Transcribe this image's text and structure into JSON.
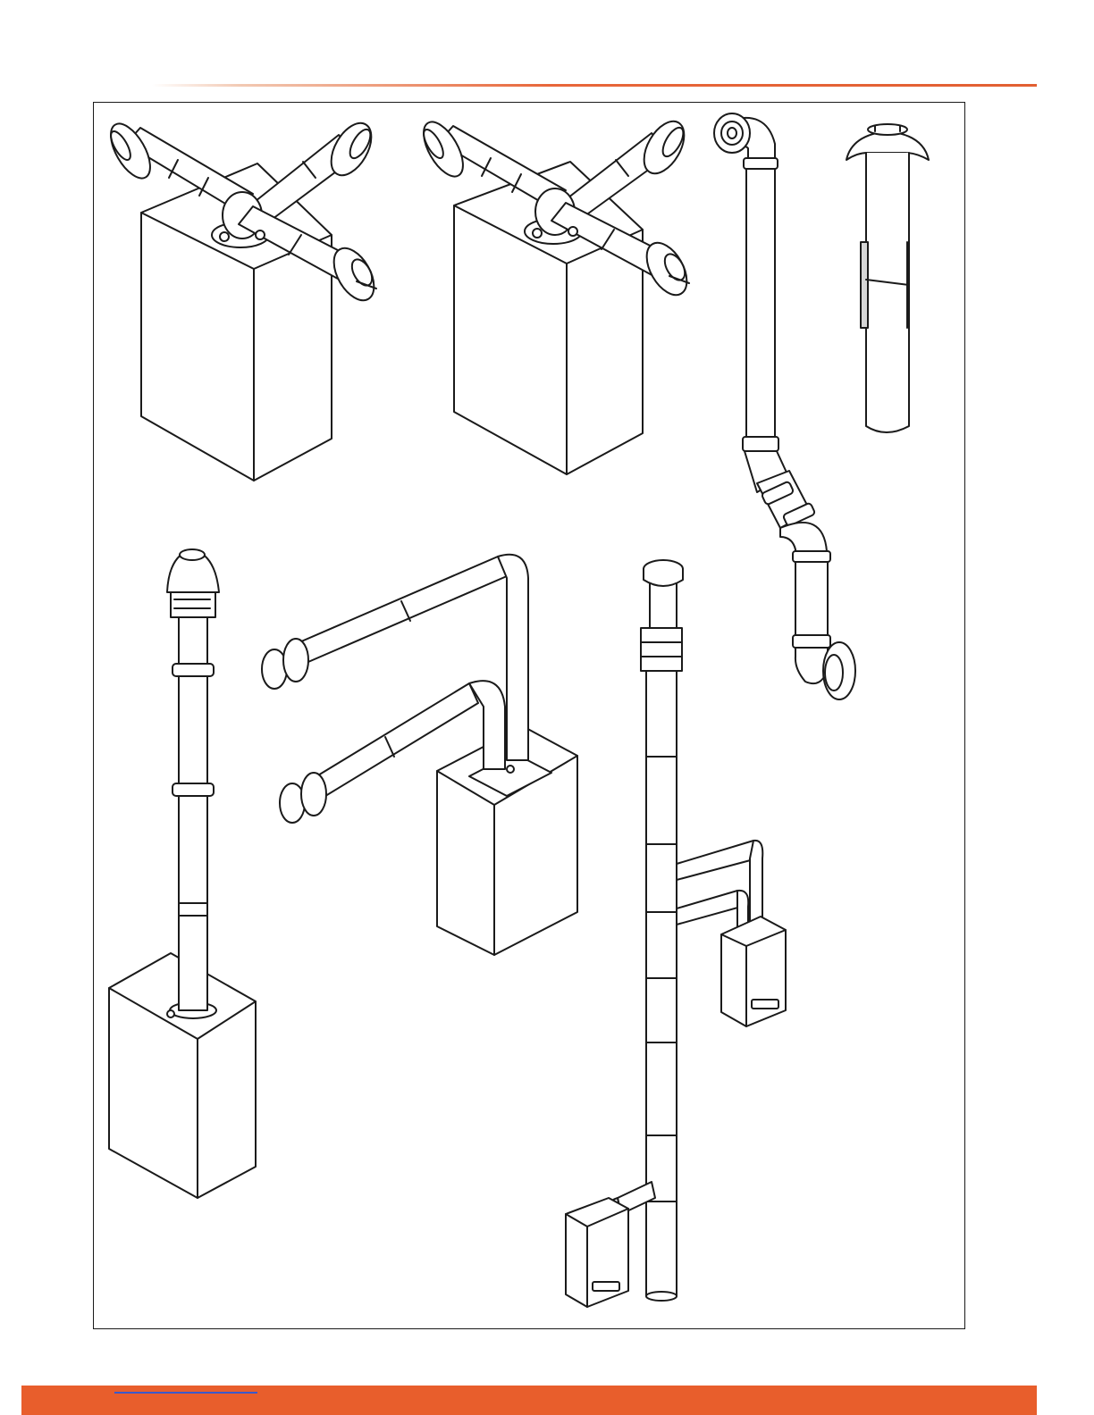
{
  "page": {
    "accent_color": "#e85e2c",
    "link_color": "#3b59c9",
    "line_color": "#1a1a1a"
  },
  "figures": [
    {
      "name": "horizontal-concentric-flue-kit-a",
      "icon": "boiler-with-horizontal-flue"
    },
    {
      "name": "horizontal-concentric-flue-kit-b",
      "icon": "boiler-with-horizontal-flue"
    },
    {
      "name": "offset-flue-with-elbows",
      "icon": "flue-pipe-with-elbows"
    },
    {
      "name": "vertical-flue-terminal",
      "icon": "vertical-terminal"
    },
    {
      "name": "vertical-flue-on-boiler",
      "icon": "boiler-with-vertical-flue"
    },
    {
      "name": "twin-pipe-flue-system",
      "icon": "boiler-with-twin-pipes"
    },
    {
      "name": "multi-boiler-common-flue",
      "icon": "shared-flue-stack"
    }
  ]
}
